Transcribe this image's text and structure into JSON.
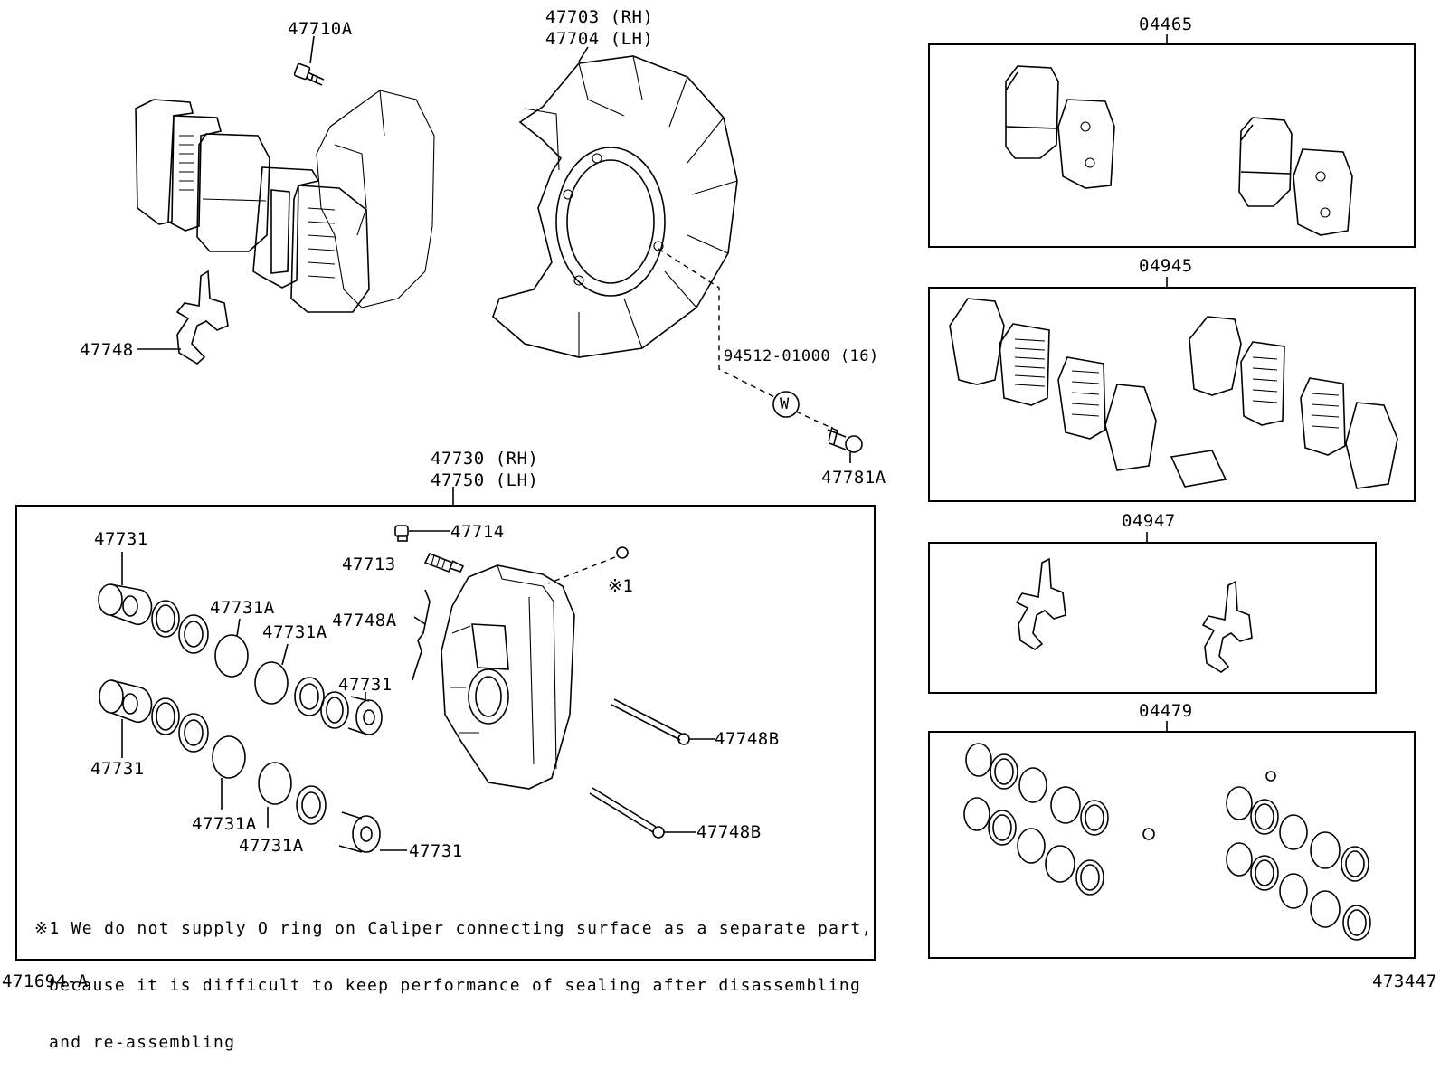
{
  "labels": {
    "p47710A": "47710A",
    "p47703": "47703 (RH)",
    "p47704": "47704 (LH)",
    "p04465": "04465",
    "p47748": "47748",
    "p94512": "94512-01000 (16)",
    "w_mark": "W",
    "p47781A": "47781A",
    "p04945": "04945",
    "p47730": "47730 (RH)",
    "p47750": "47750 (LH)",
    "p04947": "04947",
    "p47731_a": "47731",
    "p47714": "47714",
    "p47713": "47713",
    "mark1": "※1",
    "p47731A_a": "47731A",
    "p47731A_b": "47731A",
    "p47748A": "47748A",
    "p47731_b": "47731",
    "p04479": "04479",
    "p47748B_a": "47748B",
    "p47731_c": "47731",
    "p47731A_c": "47731A",
    "p47748B_b": "47748B",
    "p47731A_d": "47731A",
    "p47731_d": "47731"
  },
  "note": {
    "line1": "※1 We do not supply O ring on Caliper connecting surface as a separate part,",
    "line2": "because it is difficult to keep performance of sealing after disassembling",
    "line3": "and re-assembling"
  },
  "footer": {
    "left_code": "471694-A",
    "right_code": "473447"
  }
}
